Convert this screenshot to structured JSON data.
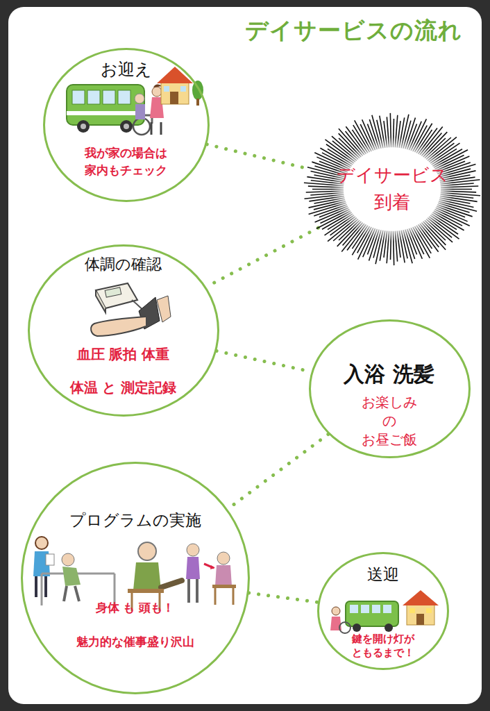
{
  "diagram": {
    "title": "デイサービスの流れ",
    "nodes": [
      {
        "text": [
          "お迎え",
          "我が家の場合は 家内もチェック"
        ]
      },
      {
        "text": [
          "デイサービス 到着"
        ]
      },
      {
        "text": [
          "体調の確認",
          "血圧 脈拍 体重 体温 と 測定記録"
        ]
      },
      {
        "text": [
          "入浴 洗髪",
          "お楽しみ の お昼ご飯"
        ]
      },
      {
        "text": [
          "プログラムの実施",
          "身体 も 頭も！ 魅力的な催事盛り沢山"
        ]
      },
      {
        "text": [
          "送迎",
          "鍵を開け灯が ともるまで！"
        ]
      }
    ],
    "edges": [
      {
        "from": 0,
        "to": 1,
        "arrow": "none"
      },
      {
        "from": 1,
        "to": 2,
        "arrow": "none"
      },
      {
        "from": 2,
        "to": 3,
        "arrow": "none"
      },
      {
        "from": 3,
        "to": 4,
        "arrow": "none"
      },
      {
        "from": 4,
        "to": 5,
        "arrow": "none"
      }
    ]
  }
}
